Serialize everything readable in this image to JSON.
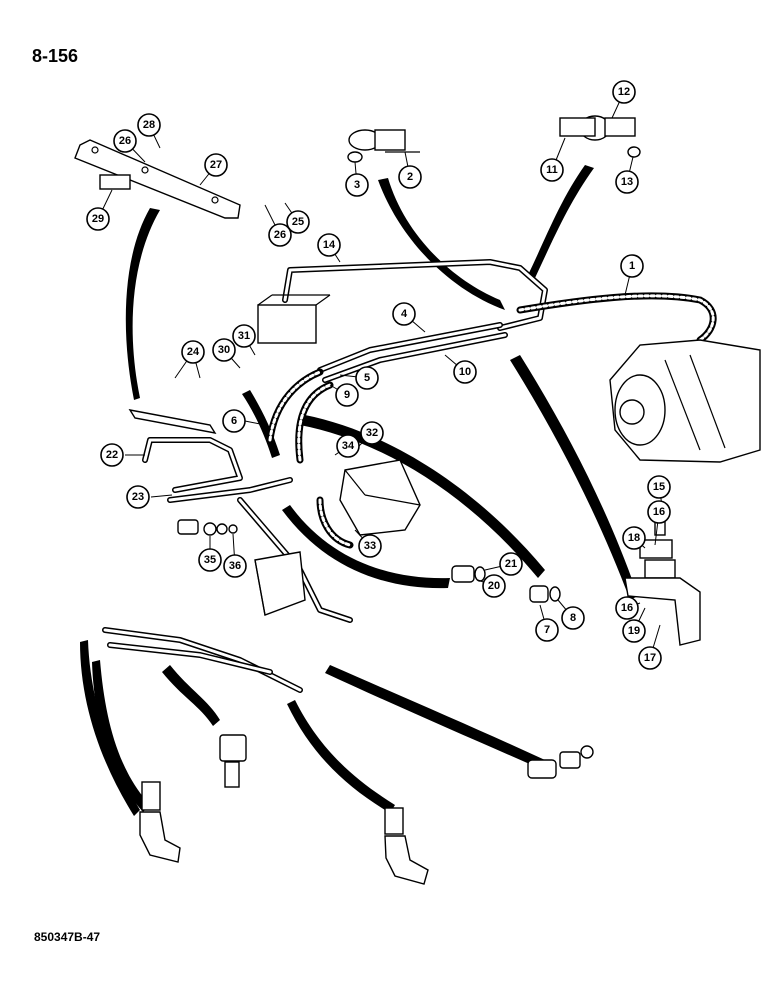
{
  "page": {
    "number": "8-156",
    "figure_code": "850347B-47"
  },
  "callouts": [
    "1",
    "2",
    "3",
    "4",
    "5",
    "6",
    "7",
    "8",
    "9",
    "10",
    "11",
    "12",
    "13",
    "14",
    "15",
    "16",
    "16",
    "17",
    "18",
    "19",
    "20",
    "21",
    "22",
    "23",
    "24",
    "25",
    "26",
    "26",
    "27",
    "28",
    "29",
    "30",
    "31",
    "32",
    "33",
    "34",
    "35",
    "36"
  ]
}
